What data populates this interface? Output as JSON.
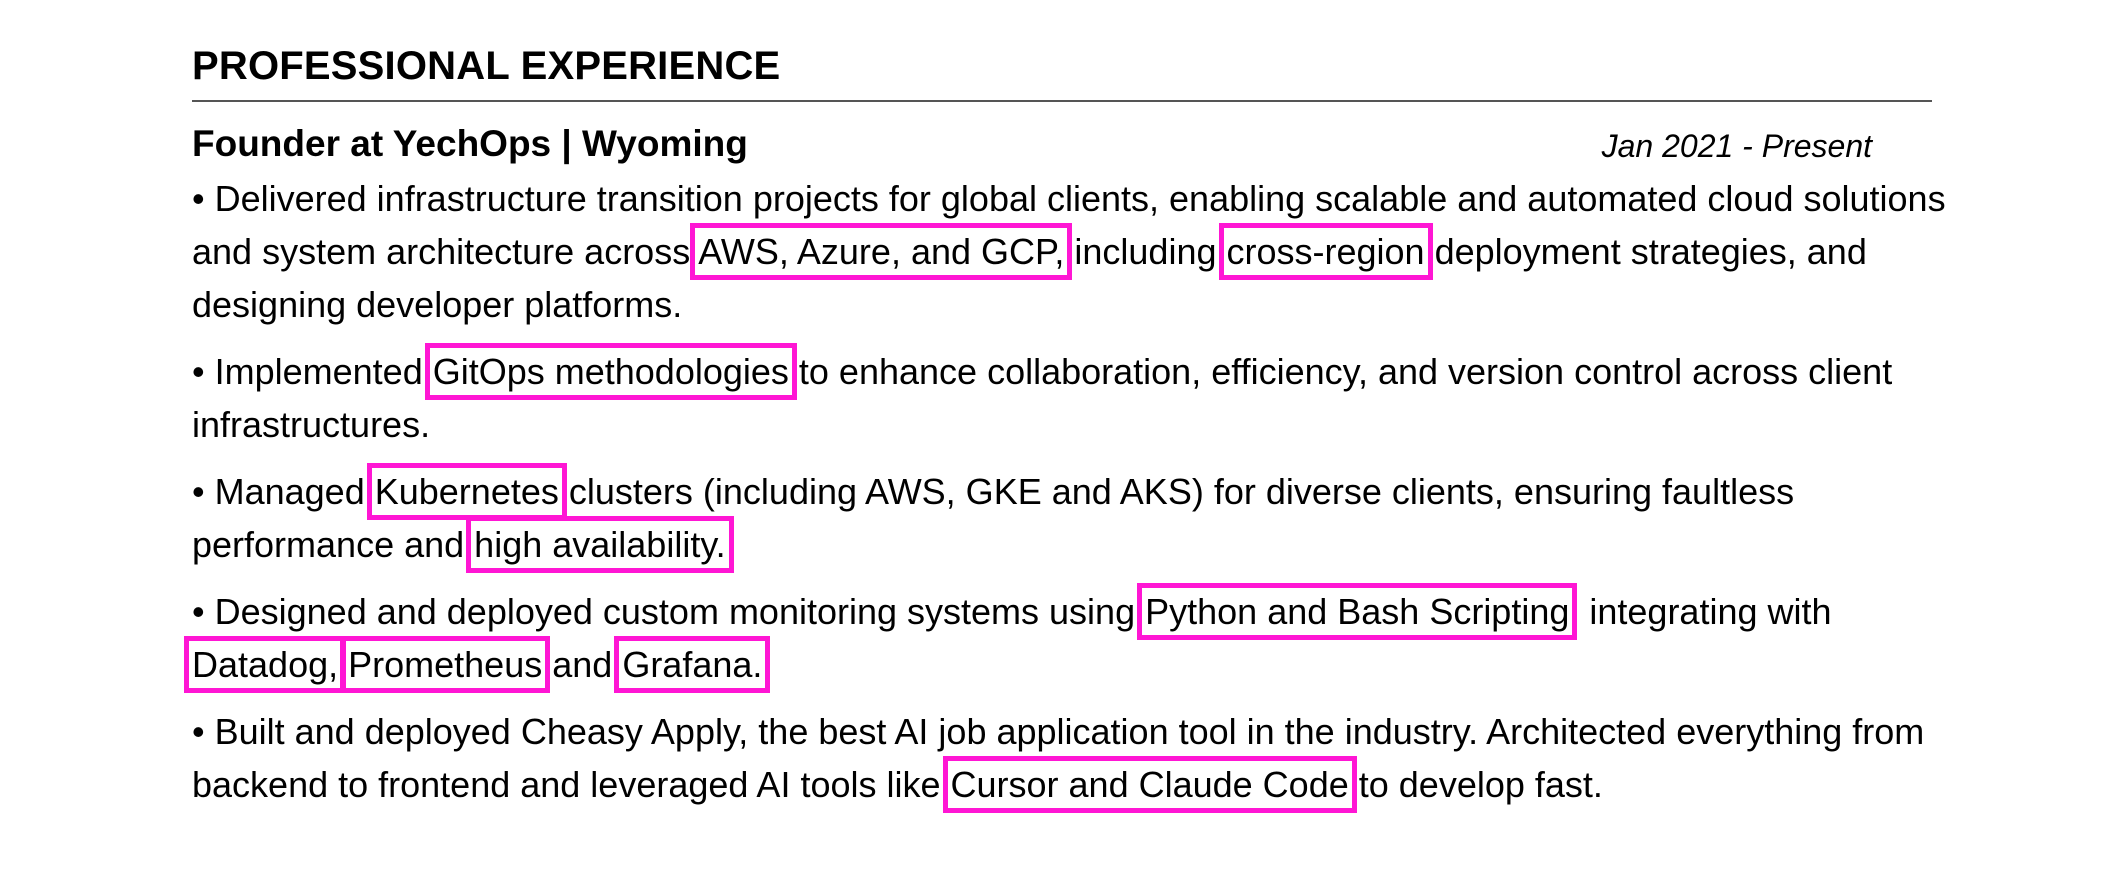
{
  "section": {
    "title": "PROFESSIONAL EXPERIENCE"
  },
  "job": {
    "title": "Founder at YechOps | Wyoming",
    "dates": "Jan 2021 - Present"
  },
  "highlight_color": "#ff16d4",
  "bullets": [
    {
      "segments": [
        {
          "text": "• Delivered infrastructure transition projects for global clients, enabling scalable and automated cloud solutions and system architecture across "
        },
        {
          "text": "AWS, Azure, and GCP,",
          "highlight": true
        },
        {
          "text": " including "
        },
        {
          "text": "cross-region",
          "highlight": true
        },
        {
          "text": " deployment strategies, and designing developer platforms."
        }
      ]
    },
    {
      "segments": [
        {
          "text": "• Implemented "
        },
        {
          "text": "GitOps methodologies",
          "highlight": true
        },
        {
          "text": " to enhance collaboration, efficiency, and version control across client infrastructures."
        }
      ]
    },
    {
      "segments": [
        {
          "text": "• Managed "
        },
        {
          "text": "Kubernetes",
          "highlight": true
        },
        {
          "text": " clusters (including AWS, GKE and AKS) for diverse clients, ensuring faultless performance and "
        },
        {
          "text": "high availability.",
          "highlight": true
        }
      ]
    },
    {
      "segments": [
        {
          "text": "• Designed and deployed custom monitoring systems using "
        },
        {
          "text": "Python and Bash Scripting",
          "highlight": true
        },
        {
          "text": ", integrating with "
        },
        {
          "text": "Datadog,",
          "highlight": true
        },
        {
          "text": " "
        },
        {
          "text": "Prometheus",
          "highlight": true
        },
        {
          "text": "  and "
        },
        {
          "text": "Grafana.",
          "highlight": true
        }
      ]
    },
    {
      "segments": [
        {
          "text": "• Built and deployed Cheasy Apply, the best AI job application tool in the industry. Architected everything from backend to frontend and leveraged AI tools like "
        },
        {
          "text": "Cursor and Claude Code",
          "highlight": true
        },
        {
          "text": " to develop fast."
        }
      ]
    }
  ]
}
